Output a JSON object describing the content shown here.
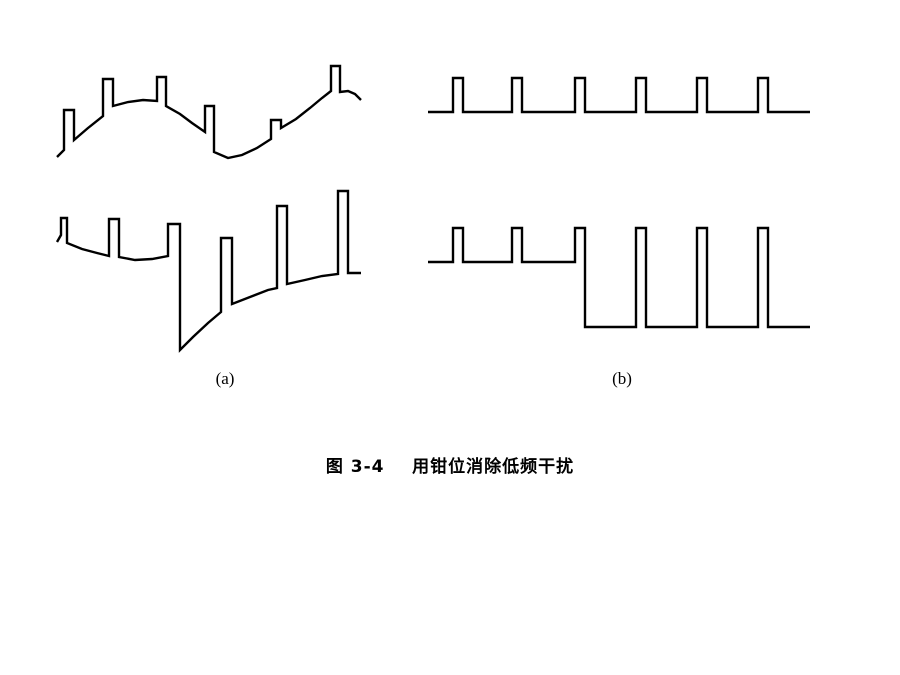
{
  "figure": {
    "panels": [
      {
        "id": "a",
        "label": "(a)"
      },
      {
        "id": "b",
        "label": "(b)"
      }
    ],
    "caption_number": "图 3-4",
    "caption_text": "用钳位消除低频干扰"
  }
}
